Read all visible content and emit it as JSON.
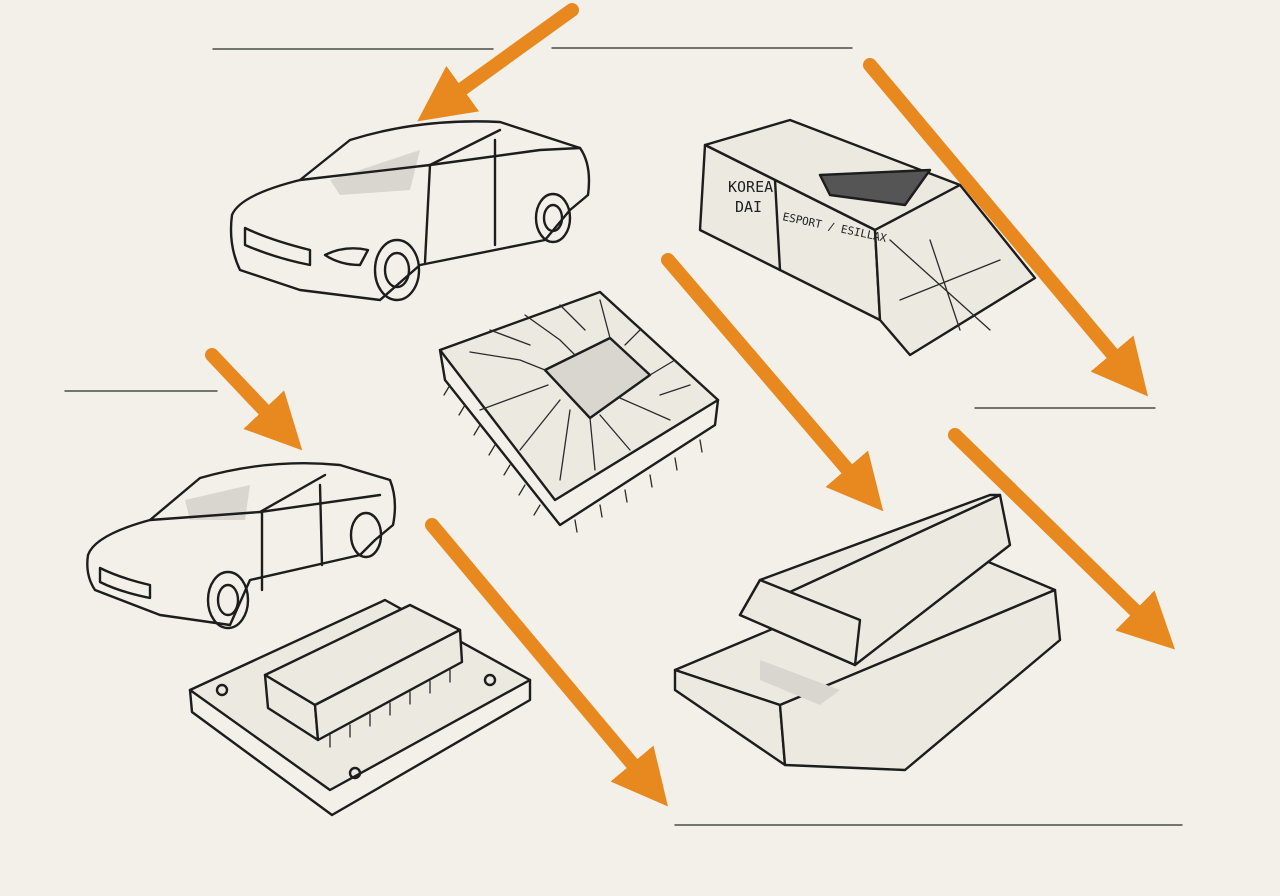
{
  "colors": {
    "background": "#f2f0e8",
    "arrow": "#e8891f",
    "ink": "#1d1d1d"
  },
  "box_label": {
    "line1": "KOREA",
    "line2": "DAI",
    "scribble": "ESPORT / ESILLAX"
  },
  "objects": [
    "car-large",
    "car-small",
    "microchip",
    "shipping-crate",
    "dip-chip-board",
    "metal-ingot-stack"
  ]
}
